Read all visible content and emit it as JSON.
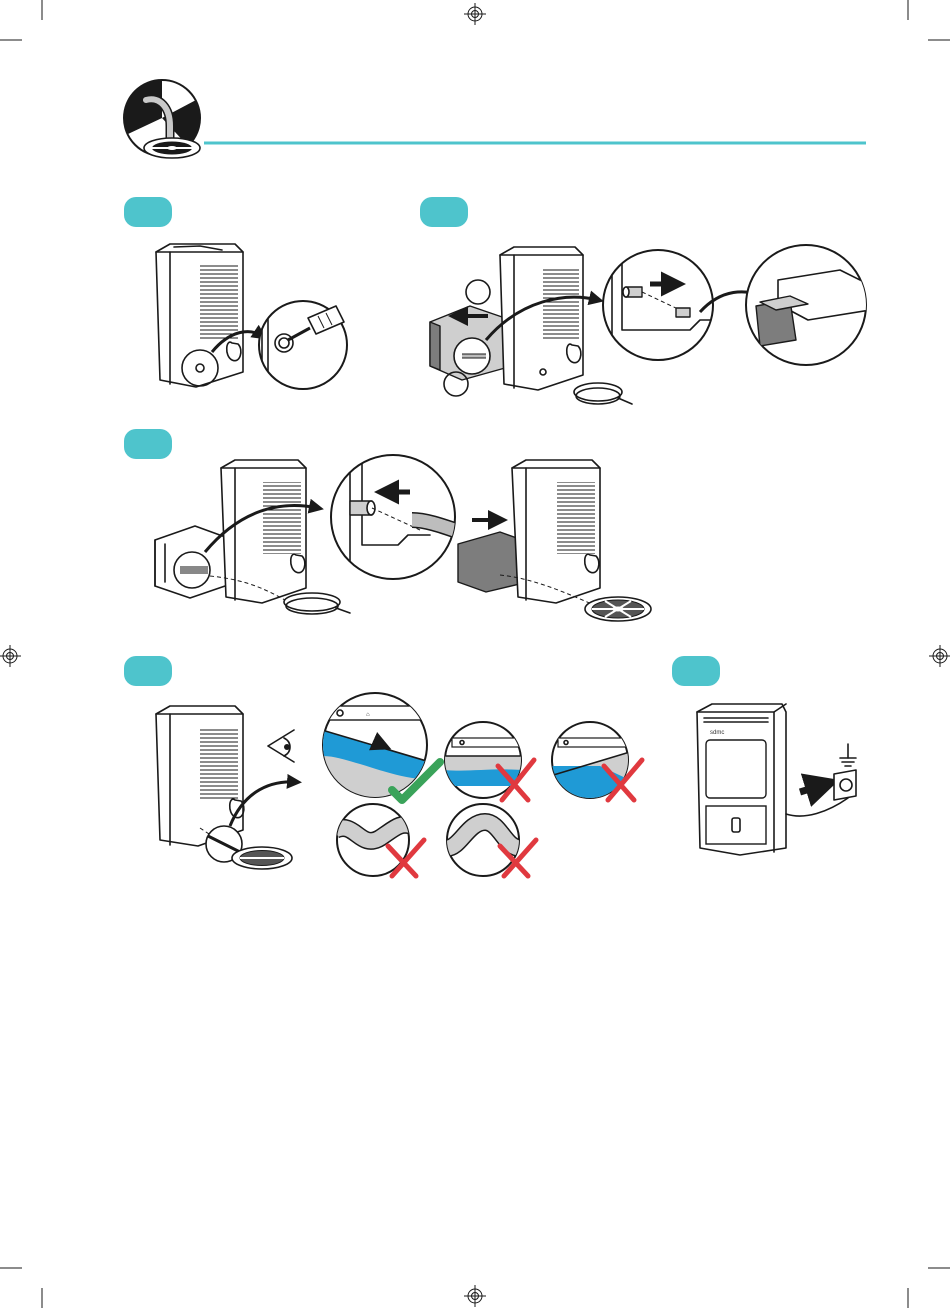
{
  "colors": {
    "accent": "#4ec4cc",
    "check": "#3aa35a",
    "cross": "#e0393f",
    "water": "#1f9ad6",
    "line": "#1a1a1a",
    "gray": "#7d7d7d"
  },
  "header": {
    "icon": "drain-hose-icon"
  },
  "steps": [
    {
      "id": "step-1",
      "badge_color": "#4ec4cc",
      "icons": [
        "dehumidifier-icon",
        "screwdriver-icon",
        "magnifier-circle-icon"
      ]
    },
    {
      "id": "step-2",
      "badge_color": "#4ec4cc",
      "icons": [
        "dehumidifier-icon",
        "bucket-icon",
        "connector-icon",
        "storage-box-icon",
        "hose-coil-icon"
      ]
    },
    {
      "id": "step-3",
      "badge_color": "#4ec4cc",
      "icons": [
        "dehumidifier-icon",
        "hose-connect-icon",
        "floor-drain-icon"
      ]
    },
    {
      "id": "step-4",
      "badge_color": "#4ec4cc",
      "icons": [
        "eye-icon",
        "hose-slope-correct-icon",
        "hose-slope-wrong-icon",
        "hose-kink-wrong-icon"
      ]
    },
    {
      "id": "step-5",
      "badge_color": "#4ec4cc",
      "icons": [
        "dehumidifier-front-icon",
        "wall-socket-icon",
        "ground-symbol-icon"
      ]
    }
  ],
  "product_label": "sdmc"
}
